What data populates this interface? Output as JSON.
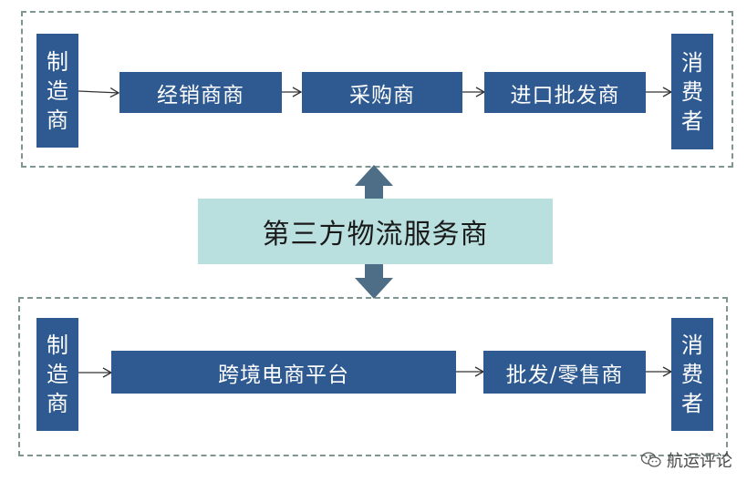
{
  "top_flow": {
    "manufacturer": "制造商",
    "distributor": "经销商商",
    "purchaser": "采购商",
    "importer_wholesaler": "进口批发商",
    "consumer": "消费者"
  },
  "center": {
    "label": "第三方物流服务商"
  },
  "bottom_flow": {
    "manufacturer": "制造商",
    "platform": "跨境电商平台",
    "wholesale_retail": "批发/零售商",
    "consumer": "消费者"
  },
  "watermark": {
    "text": "航运评论",
    "icon": "wechat-icon"
  },
  "colors": {
    "box": "#2e5a91",
    "center": "#b9dfdf",
    "big_arrow": "#4d6e86",
    "dashed_border": "#7f9592"
  }
}
